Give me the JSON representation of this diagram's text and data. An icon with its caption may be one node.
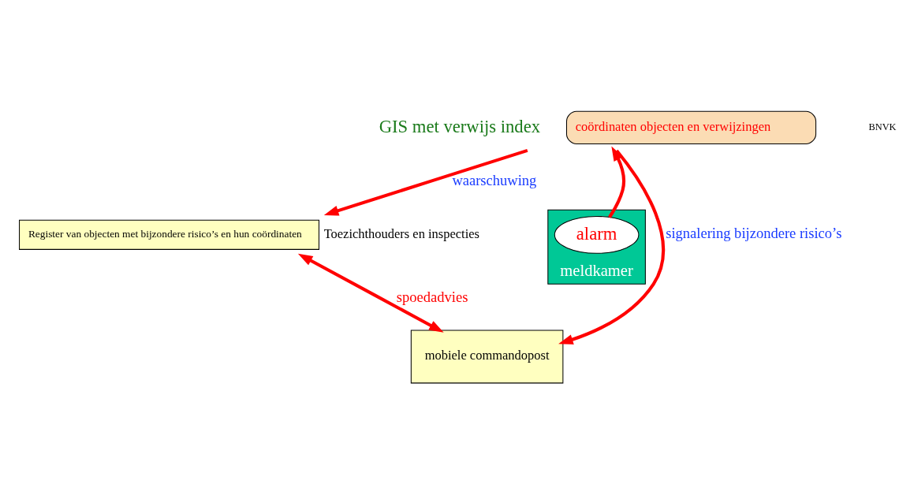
{
  "diagram": {
    "nodes": [
      {
        "text": [
          "coördinaten objecten en verwijzingen"
        ],
        "beside": [
          "GIS met verwijs index"
        ]
      },
      {
        "text": [
          "Register van objecten met bijzondere risico’s en hun coördinaten"
        ],
        "beside": [
          "Toezichthouders en inspecties"
        ]
      },
      {
        "text": [
          "meldkamer"
        ]
      },
      {
        "text": [
          "alarm"
        ],
        "in": 2
      },
      {
        "text": [
          "mobiele commandopost"
        ]
      }
    ],
    "edges": [
      {
        "from": 0,
        "to": 1,
        "arrow": "to",
        "label": "waarschuwing"
      },
      {
        "from": 3,
        "to": 0,
        "arrow": "to"
      },
      {
        "from": 0,
        "to": 4,
        "arrow": "to",
        "label": "signalering bijzondere risico’s"
      },
      {
        "from": 1,
        "to": 4,
        "arrow": "both",
        "label": "spoedadvies"
      }
    ],
    "labels": [
      "BNVK"
    ]
  }
}
